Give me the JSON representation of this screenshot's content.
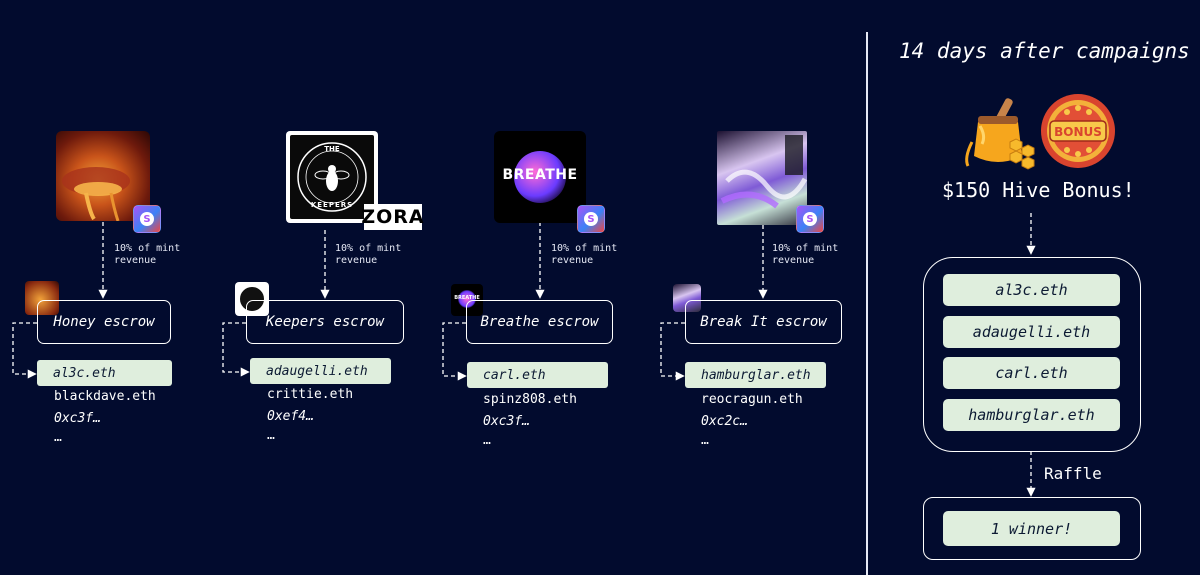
{
  "header": {
    "title": "14 days after campaigns"
  },
  "bonus": {
    "label": "$150 Hive Bonus!",
    "icon_badge_text": "BONUS"
  },
  "revenue_label": {
    "line1": "10% of mint",
    "line2": "revenue"
  },
  "keepers_art": {
    "top": "THE",
    "bottom": "KEEPERS"
  },
  "zora_logo": "ZORA",
  "breathe_art": {
    "word": "BREATHE",
    "small": "BREATHE"
  },
  "campaigns": [
    {
      "escrow": "Honey escrow",
      "winner": "al3c.eth",
      "others": [
        "blackdave.eth",
        "0xc3f…",
        "…"
      ]
    },
    {
      "escrow": "Keepers escrow",
      "winner": "adaugelli.eth",
      "others": [
        "crittie.eth",
        "0xef4…",
        "…"
      ]
    },
    {
      "escrow": "Breathe escrow",
      "winner": "carl.eth",
      "others": [
        "spinz808.eth",
        "0xc3f…",
        "…"
      ]
    },
    {
      "escrow": "Break It escrow",
      "winner": "hamburglar.eth",
      "others": [
        "reocragun.eth",
        "0xc2c…",
        "…"
      ]
    }
  ],
  "pool": [
    "al3c.eth",
    "adaugelli.eth",
    "carl.eth",
    "hamburglar.eth"
  ],
  "raffle": {
    "label": "Raffle"
  },
  "result": {
    "label": "1 winner!"
  },
  "colors": {
    "background": "#020b2e",
    "pill": "#dfeedd",
    "stroke": "#ffffff"
  }
}
